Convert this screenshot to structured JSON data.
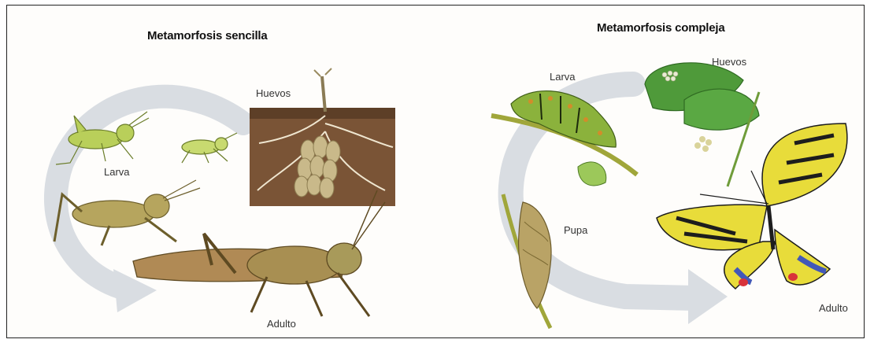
{
  "simple": {
    "title": "Metamorfosis sencilla",
    "labels": {
      "eggs": "Huevos",
      "larva": "Larva",
      "adult": "Adulto"
    }
  },
  "complex": {
    "title": "Metamorfosis compleja",
    "labels": {
      "eggs": "Huevos",
      "larva": "Larva",
      "pupa": "Pupa",
      "adult": "Adulto"
    }
  },
  "colors": {
    "arrow": "#d9dde2",
    "grasshopper_young": "#b9cf5a",
    "grasshopper_adult": "#a88f52",
    "soil": "#7a5436",
    "egg_pod": "#c9b98a",
    "leaf": "#4f9a3a",
    "caterpillar": "#8bb23c",
    "pupa": "#b9a366",
    "butterfly_yellow": "#e8dc3a",
    "butterfly_black": "#1d1d1d",
    "butterfly_blue": "#4258b8",
    "butterfly_red": "#d8323a"
  }
}
